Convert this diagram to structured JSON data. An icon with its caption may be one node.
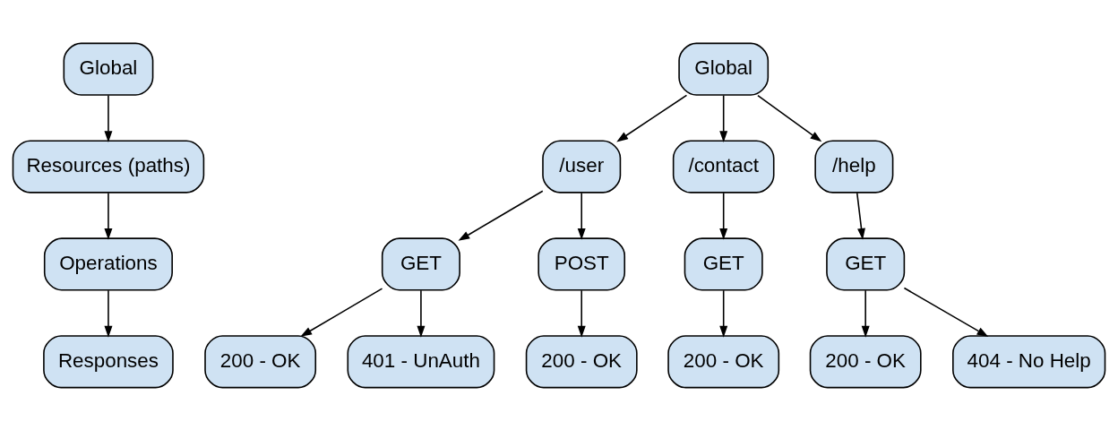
{
  "diagram": {
    "nodes": [
      {
        "text": [
          "Global"
        ]
      },
      {
        "text": [
          "Resources (paths)"
        ]
      },
      {
        "text": [
          "Operations"
        ]
      },
      {
        "text": [
          "Responses"
        ]
      },
      {
        "text": [
          "Global"
        ]
      },
      {
        "text": [
          "/user"
        ]
      },
      {
        "text": [
          "/contact"
        ]
      },
      {
        "text": [
          "/help"
        ]
      },
      {
        "text": [
          "GET"
        ]
      },
      {
        "text": [
          "POST"
        ]
      },
      {
        "text": [
          "GET"
        ]
      },
      {
        "text": [
          "GET"
        ]
      },
      {
        "text": [
          "200 - OK"
        ]
      },
      {
        "text": [
          "401 - UnAuth"
        ]
      },
      {
        "text": [
          "200 - OK"
        ]
      },
      {
        "text": [
          "200 - OK"
        ]
      },
      {
        "text": [
          "200 - OK"
        ]
      },
      {
        "text": [
          "404 - No Help"
        ]
      }
    ],
    "edges": [
      {
        "from": 0,
        "to": 1,
        "arrow": "to"
      },
      {
        "from": 1,
        "to": 2,
        "arrow": "to"
      },
      {
        "from": 2,
        "to": 3,
        "arrow": "to"
      },
      {
        "from": 4,
        "to": 5,
        "arrow": "to"
      },
      {
        "from": 4,
        "to": 6,
        "arrow": "to"
      },
      {
        "from": 4,
        "to": 7,
        "arrow": "to"
      },
      {
        "from": 5,
        "to": 8,
        "arrow": "to"
      },
      {
        "from": 5,
        "to": 9,
        "arrow": "to"
      },
      {
        "from": 6,
        "to": 10,
        "arrow": "to"
      },
      {
        "from": 7,
        "to": 11,
        "arrow": "to"
      },
      {
        "from": 8,
        "to": 12,
        "arrow": "to"
      },
      {
        "from": 8,
        "to": 13,
        "arrow": "to"
      },
      {
        "from": 9,
        "to": 14,
        "arrow": "to"
      },
      {
        "from": 10,
        "to": 15,
        "arrow": "to"
      },
      {
        "from": 11,
        "to": 16,
        "arrow": "to"
      },
      {
        "from": 11,
        "to": 17,
        "arrow": "to"
      }
    ]
  }
}
